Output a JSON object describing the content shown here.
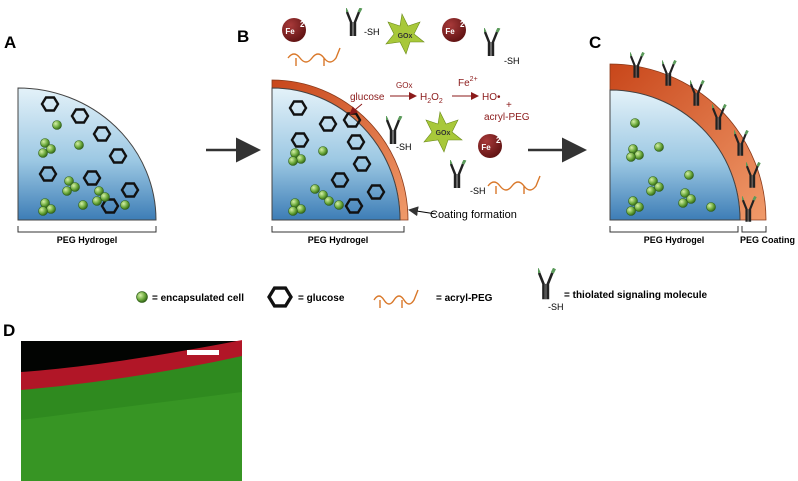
{
  "panels": {
    "a": "A",
    "b": "B",
    "c": "C",
    "d": "D"
  },
  "labels": {
    "peg_hydrogel": "PEG Hydrogel",
    "peg_coating": "PEG Coating",
    "coating_formation": "Coating formation",
    "sh": "-SH"
  },
  "reaction": {
    "glucose": "glucose",
    "gox": "GOx",
    "fe_top": "Fe",
    "fe_charge": "2+",
    "h2o2_h": "H",
    "h2o2_sub": "2",
    "h2o2_o": "O",
    "hydroxyl": "HO•",
    "plus": "+",
    "acryl_peg": "acryl-PEG"
  },
  "reagents": {
    "fe": "Fe",
    "fe_charge": "2+",
    "gox": "GOx"
  },
  "legend": {
    "cell": "= encapsulated cell",
    "glucose": "= glucose",
    "acryl_peg": "= acryl-PEG",
    "thiol": "= thiolated signaling molecule"
  },
  "colors": {
    "hydrogel_top": "#dceef7",
    "hydrogel_bottom": "#3f7fb8",
    "coating": "#d8521f",
    "cell": "#6aa83a",
    "fe_ball": "#7a1a1a",
    "gox_star": "#a8c83a",
    "acryl_peg": "#d9782a",
    "micro_green": "#2f8a1f",
    "micro_red": "#c0182a"
  }
}
